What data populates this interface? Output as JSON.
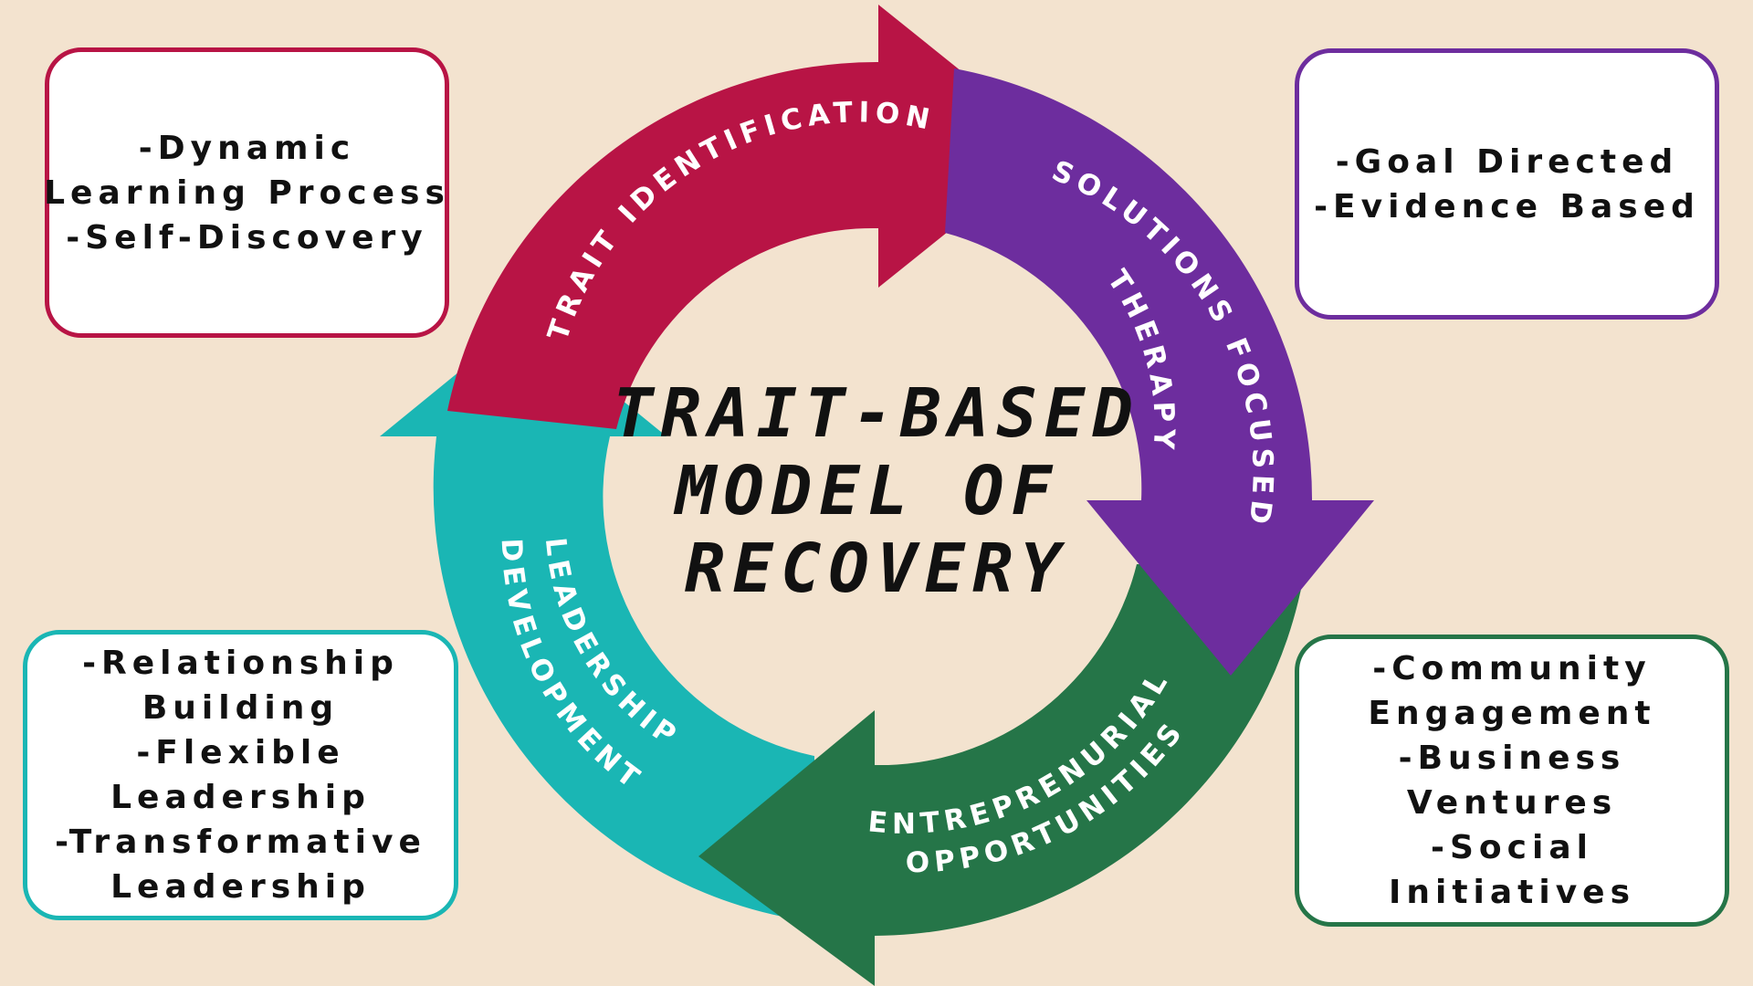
{
  "title": {
    "lines": [
      "TRAIT-BASED",
      "MODEL OF",
      "RECOVERY"
    ]
  },
  "cycle": [
    {
      "label_lines": [
        "TRAIT IDENTIFICATION"
      ],
      "color": "#b81445"
    },
    {
      "label_lines": [
        "SOLUTIONS FOCUSED",
        "THERAPY"
      ],
      "color": "#6d2d9e"
    },
    {
      "label_lines": [
        "ENTREPRENURIAL",
        "OPPORTUNITIES"
      ],
      "color": "#257548"
    },
    {
      "label_lines": [
        "LEADERSHIP",
        "DEVELOPMENT"
      ],
      "color": "#1ab6b4"
    }
  ],
  "boxes": {
    "top_left": {
      "border_color": "#b81445",
      "lines": [
        "-Dynamic",
        "Learning Process",
        "-Self-Discovery"
      ]
    },
    "top_right": {
      "border_color": "#6d2d9e",
      "lines": [
        "-Goal Directed",
        "-Evidence Based"
      ]
    },
    "bottom_left": {
      "border_color": "#1ab6b4",
      "lines": [
        "-Relationship",
        "Building",
        "-Flexible",
        "Leadership",
        "-Transformative",
        "Leadership"
      ]
    },
    "bottom_right": {
      "border_color": "#257548",
      "lines": [
        "-Community",
        "Engagement",
        "-Business",
        "Ventures",
        "-Social",
        "Initiatives"
      ]
    }
  },
  "background_color": "#f3e3cf"
}
